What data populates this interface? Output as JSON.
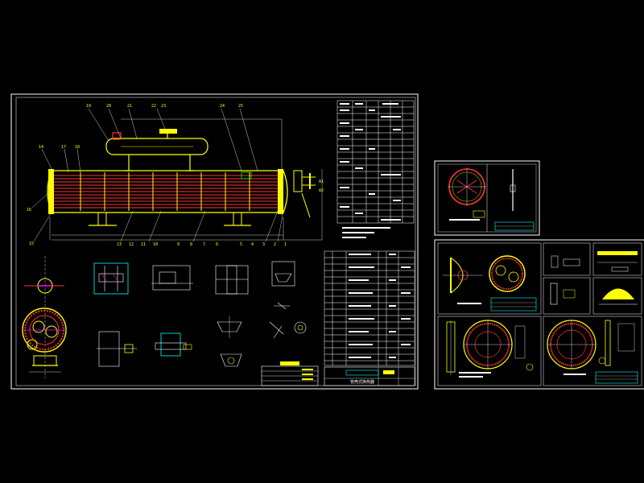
{
  "drawing": {
    "background": "#000000",
    "colors": {
      "frame": "#ffffff",
      "vessel": "#ffff00",
      "tubes": "#ff3333",
      "sections": "#00ffff",
      "hatch": "#ff00ff",
      "dims": "#ffffff",
      "detail_fill": "#ffff00"
    },
    "balloons": [
      "19",
      "20",
      "21",
      "22",
      "23",
      "24",
      "25",
      "14",
      "17",
      "18",
      "16",
      "15",
      "13",
      "12",
      "11",
      "10",
      "9",
      "8",
      "7",
      "6",
      "5",
      "4",
      "3",
      "2",
      "1",
      "A1",
      "A2"
    ],
    "main_sheet": {
      "title_block_text": "管壳式换热器"
    },
    "sheets": [
      {
        "id": "sheet-2"
      },
      {
        "id": "sheet-3"
      },
      {
        "id": "sheet-4"
      },
      {
        "id": "sheet-5"
      },
      {
        "id": "sheet-6"
      }
    ]
  }
}
